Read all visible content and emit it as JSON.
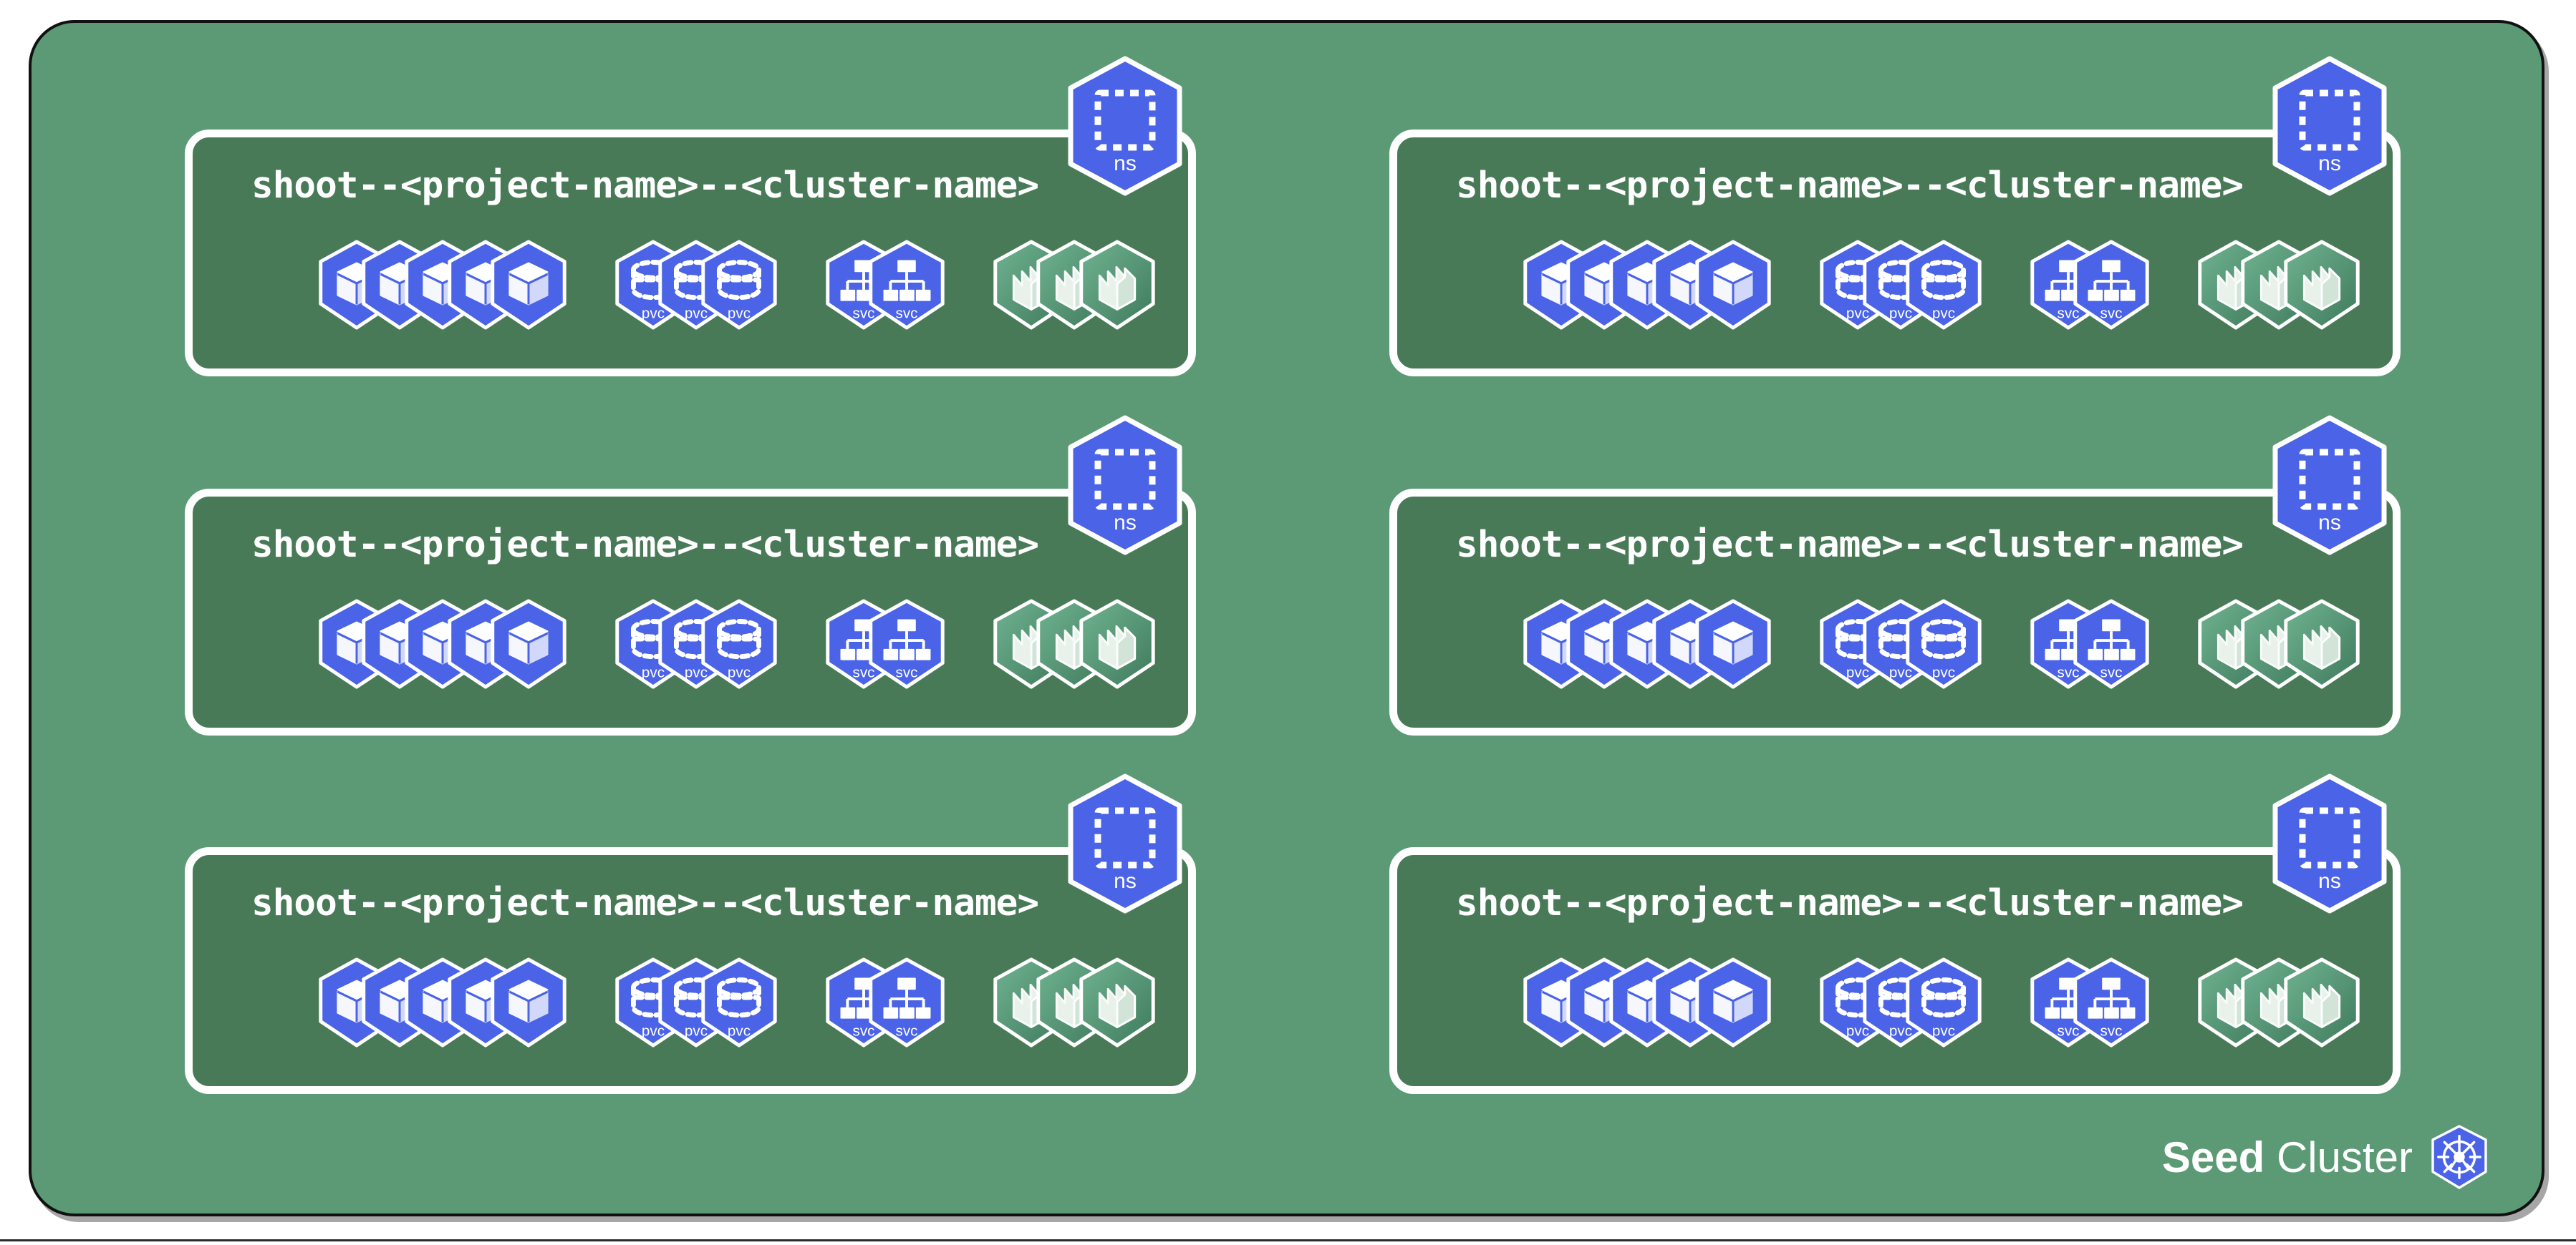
{
  "diagram": {
    "title": "Seed Cluster",
    "footer": {
      "bold_word": "Seed",
      "normal_word": " Cluster",
      "logo_icon": "kubernetes-helm-wheel-icon"
    },
    "colors": {
      "seed_background": "#5b9a74",
      "shoot_background": "#497a58",
      "border_white": "#ffffff",
      "border_black": "#111111",
      "kubernetes_blue": "#4a63e7",
      "gardener_green": "#5ea87e",
      "text_white": "#ffffff"
    },
    "namespace_badge": {
      "label": "ns",
      "icon": "namespace-dashed-square-icon"
    },
    "resource_groups": [
      {
        "key": "pods",
        "label": "",
        "icon": "pod-cube-icon",
        "count": 5,
        "color": "#4a63e7"
      },
      {
        "key": "pvcs",
        "label": "pvc",
        "icon": "pvc-cylinder-icon",
        "count": 3,
        "color": "#4a63e7"
      },
      {
        "key": "services",
        "label": "svc",
        "icon": "service-tree-icon",
        "count": 2,
        "color": "#4a63e7"
      },
      {
        "key": "gardener",
        "label": "",
        "icon": "gardener-sprout-icon",
        "count": 3,
        "color": "#5ea87e"
      }
    ],
    "shoot_namespaces": [
      {
        "id": "shoot-1",
        "name": "shoot--<project-name>--<cluster-name>",
        "badge": "ns",
        "column": "left",
        "row": 1
      },
      {
        "id": "shoot-2",
        "name": "shoot--<project-name>--<cluster-name>",
        "badge": "ns",
        "column": "right",
        "row": 1
      },
      {
        "id": "shoot-3",
        "name": "shoot--<project-name>--<cluster-name>",
        "badge": "ns",
        "column": "left",
        "row": 2
      },
      {
        "id": "shoot-4",
        "name": "shoot--<project-name>--<cluster-name>",
        "badge": "ns",
        "column": "right",
        "row": 2
      },
      {
        "id": "shoot-5",
        "name": "shoot--<project-name>--<cluster-name>",
        "badge": "ns",
        "column": "left",
        "row": 3
      },
      {
        "id": "shoot-6",
        "name": "shoot--<project-name>--<cluster-name>",
        "badge": "ns",
        "column": "right",
        "row": 3
      }
    ]
  }
}
